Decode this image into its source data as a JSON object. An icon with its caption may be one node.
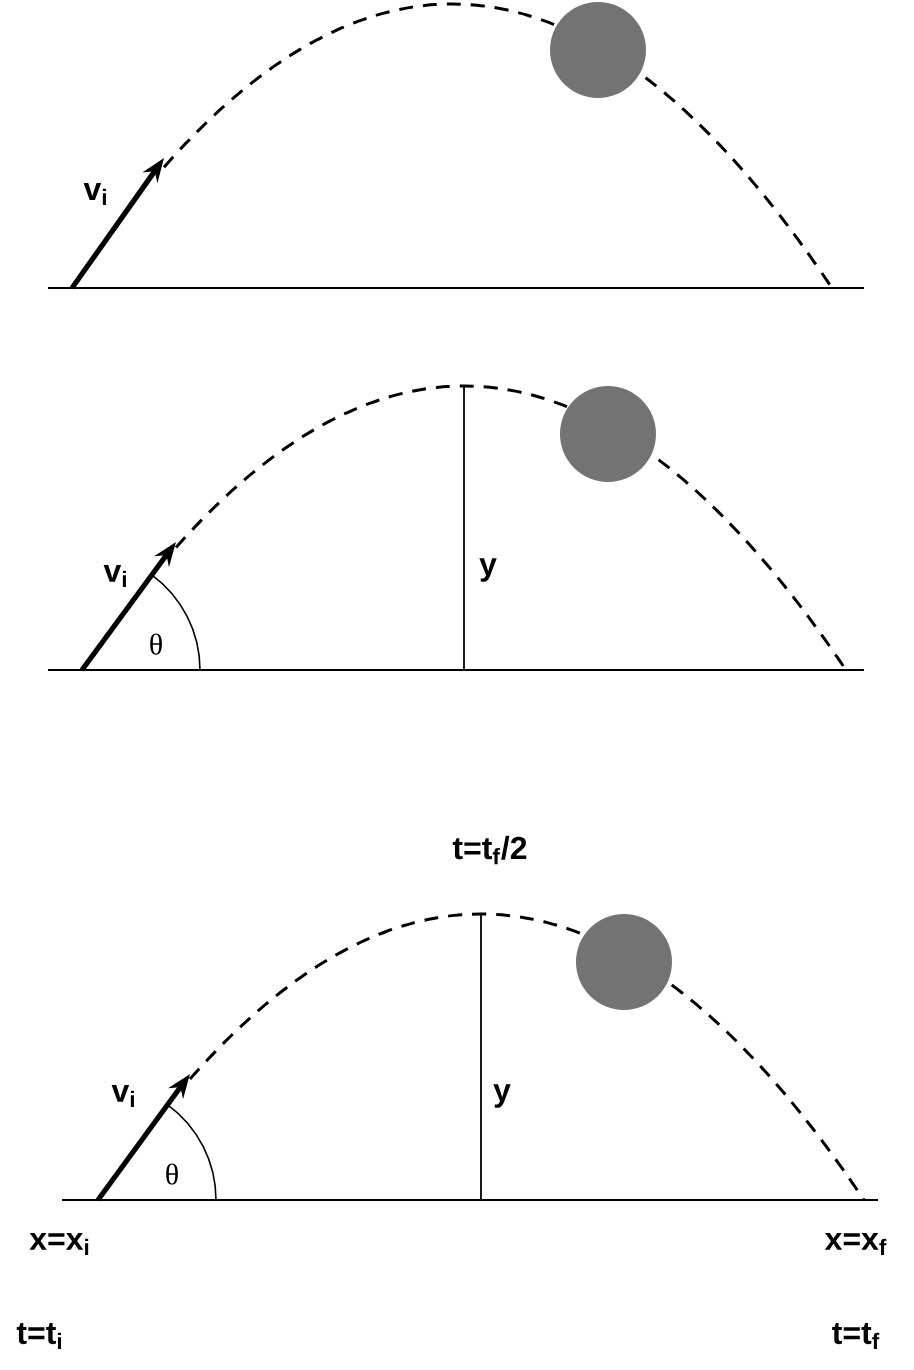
{
  "diagram": {
    "labels": [
      "v$_{i}$",
      "v$_{i}$",
      "y",
      "θ",
      "t=t$_{f}$/2",
      "v$_{i}$",
      "y",
      "θ",
      "x=x$_{i}$",
      "x=x$_{f}$",
      "t=t$_{i}$",
      "t=t$_{f}$"
    ]
  }
}
